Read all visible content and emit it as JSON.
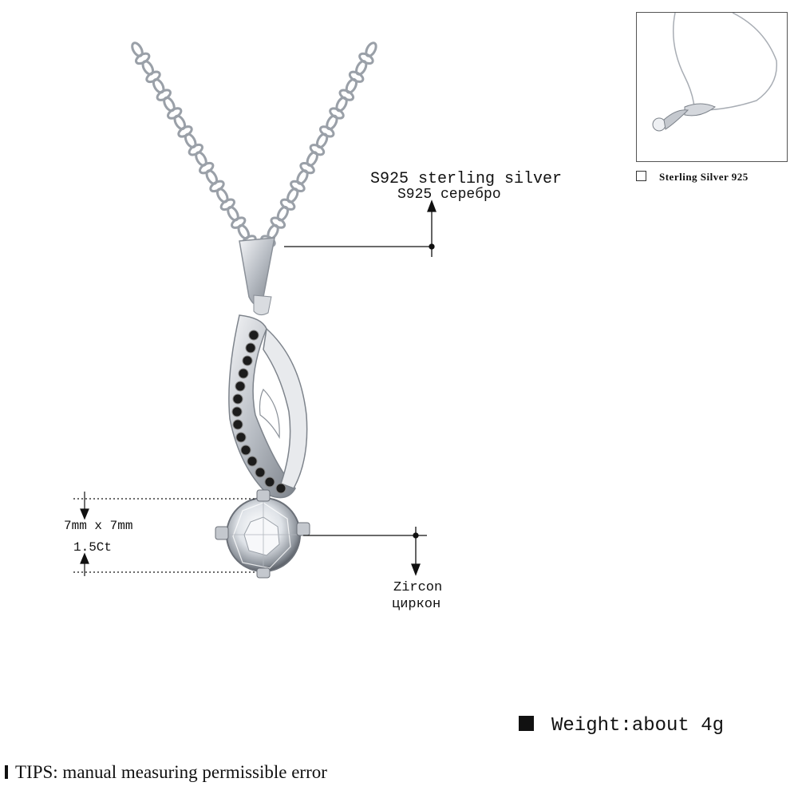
{
  "annotations": {
    "material_en": "S925 sterling silver",
    "material_ru": "S925 серебро",
    "size": "7mm x 7mm",
    "carat": "1.5Ct",
    "stone_en": "Zircon",
    "stone_ru": "циркон"
  },
  "thumbnail": {
    "caption": "Sterling Silver 925"
  },
  "weight": "Weight:about 4g",
  "tips": "TIPS: manual measuring permissible error",
  "colors": {
    "silver": "#c9cdd3",
    "black_stones": "#1c1c1c",
    "text": "#111111"
  }
}
